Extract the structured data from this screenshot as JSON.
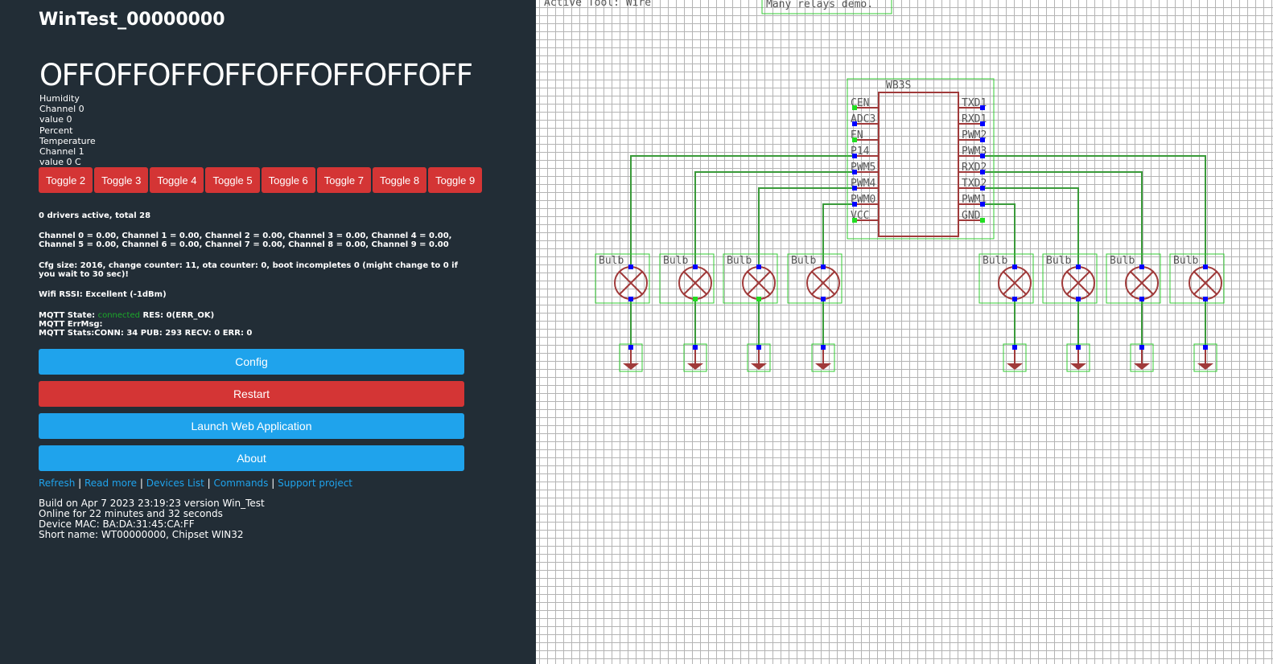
{
  "panel": {
    "device_title": "WinTest_00000000",
    "relay_state": "OFFOFFOFFOFFOFFOFFOFFOFF",
    "sensor_lines": [
      "Humidity",
      "Channel 0",
      "value 0",
      "Percent",
      "Temperature",
      "Channel 1",
      "value 0 C"
    ],
    "toggles": [
      "Toggle 2",
      "Toggle 3",
      "Toggle 4",
      "Toggle 5",
      "Toggle 6",
      "Toggle 7",
      "Toggle 8",
      "Toggle 9"
    ],
    "drivers": "0 drivers active, total 28",
    "channels": "Channel 0 = 0.00, Channel 1 = 0.00, Channel 2 = 0.00, Channel 3 = 0.00, Channel 4 = 0.00, Channel 5 = 0.00, Channel 6 = 0.00, Channel 7 = 0.00, Channel 8 = 0.00, Channel 9 = 0.00",
    "cfg": "Cfg size: 2016, change counter: 11, ota counter: 0, boot incompletes 0 (might change to 0 if you wait to 30 sec)!",
    "wifi": "Wifi RSSI: Excellent (-1dBm)",
    "mqtt_state_label": "MQTT State:",
    "mqtt_state_value": "connected",
    "mqtt_res": "RES: 0(ERR_OK)",
    "mqtt_errmsg": "MQTT ErrMsg:",
    "mqtt_stats": "MQTT Stats:CONN: 34 PUB: 293 RECV: 0 ERR: 0",
    "buttons": {
      "config": "Config",
      "restart": "Restart",
      "launch": "Launch Web Application",
      "about": "About"
    },
    "links": [
      "Refresh",
      "Read more",
      "Devices List",
      "Commands",
      "Support project"
    ],
    "build_lines": [
      "Build on Apr 7 2023 23:19:23 version Win_Test",
      "Online for 22 minutes and 32 seconds",
      "Device MAC: BA:DA:31:45:CA:FF",
      "Short name: WT00000000, Chipset WIN32"
    ]
  },
  "schematic": {
    "active_tool": "Active Tool: Wire",
    "demo_label": "Many relays demo.",
    "chip_name": "WB3S",
    "left_pins": [
      "CEN",
      "ADC3",
      "EN",
      "P14",
      "PWM5",
      "PWM4",
      "PWM0",
      "VCC"
    ],
    "right_pins": [
      "TXD1",
      "RXD1",
      "PWM2",
      "PWM3",
      "RXD2",
      "TXD2",
      "PWM1",
      "GND"
    ],
    "bulb_label": "Bulb"
  },
  "colors": {
    "panel_bg": "#222d36",
    "blue": "#1fa3ec",
    "red": "#d43535",
    "wire": "#3a9a3a",
    "component": "#a03a3a",
    "selection": "#33cc33",
    "pin": "#0000ff"
  }
}
